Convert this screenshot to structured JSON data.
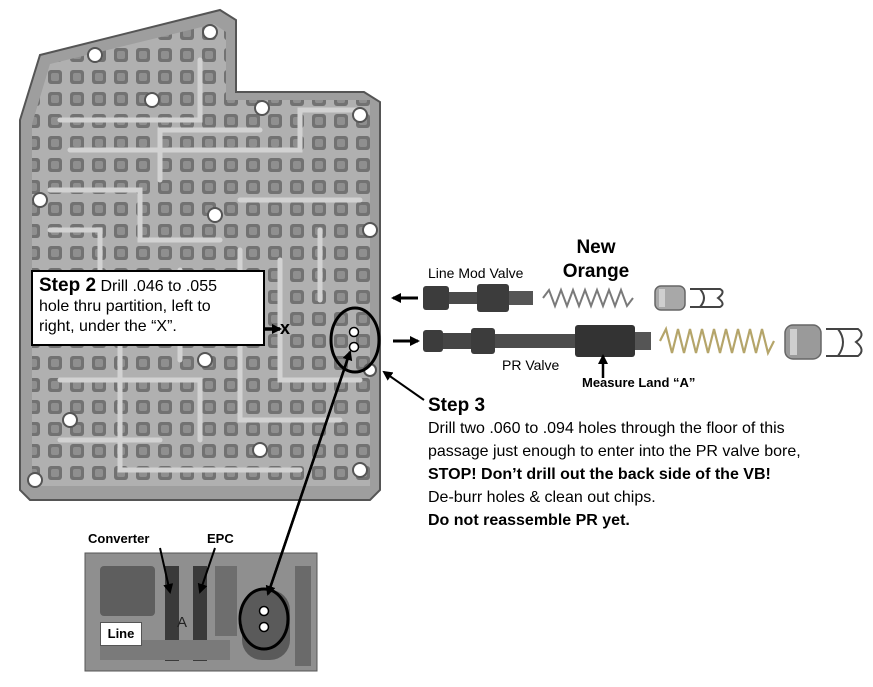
{
  "labels": {
    "new_orange_line1": "New",
    "new_orange_line2": "Orange",
    "line_mod_valve": "Line Mod Valve",
    "pr_valve": "PR Valve",
    "measure_land": "Measure Land “A”",
    "x_mark": "x",
    "converter": "Converter",
    "epc": "EPC",
    "line": "Line",
    "a_mark": "A"
  },
  "step2": {
    "heading": "Step 2",
    "line1": " Drill .046 to .055",
    "line2": "hole thru partition, left to",
    "line3": "right, under the “X”."
  },
  "step3": {
    "heading": "Step 3",
    "line1": "Drill two .060 to .094 holes through the floor of this",
    "line2": "passage just enough to enter into the PR valve bore,",
    "line3": "STOP! Don’t drill out the back side of the VB!",
    "line4": "De-burr holes & clean out chips.",
    "line5": "Do not reassemble PR yet."
  },
  "colors": {
    "casting": "#a9a9a9",
    "casting_dark": "#6e6e6e",
    "channel": "#5a5a5a",
    "valve": "#3c3c3c",
    "spring": "#8a8a8a",
    "spring_orange": "#b5a56a",
    "plug": "#9a9a9a"
  }
}
